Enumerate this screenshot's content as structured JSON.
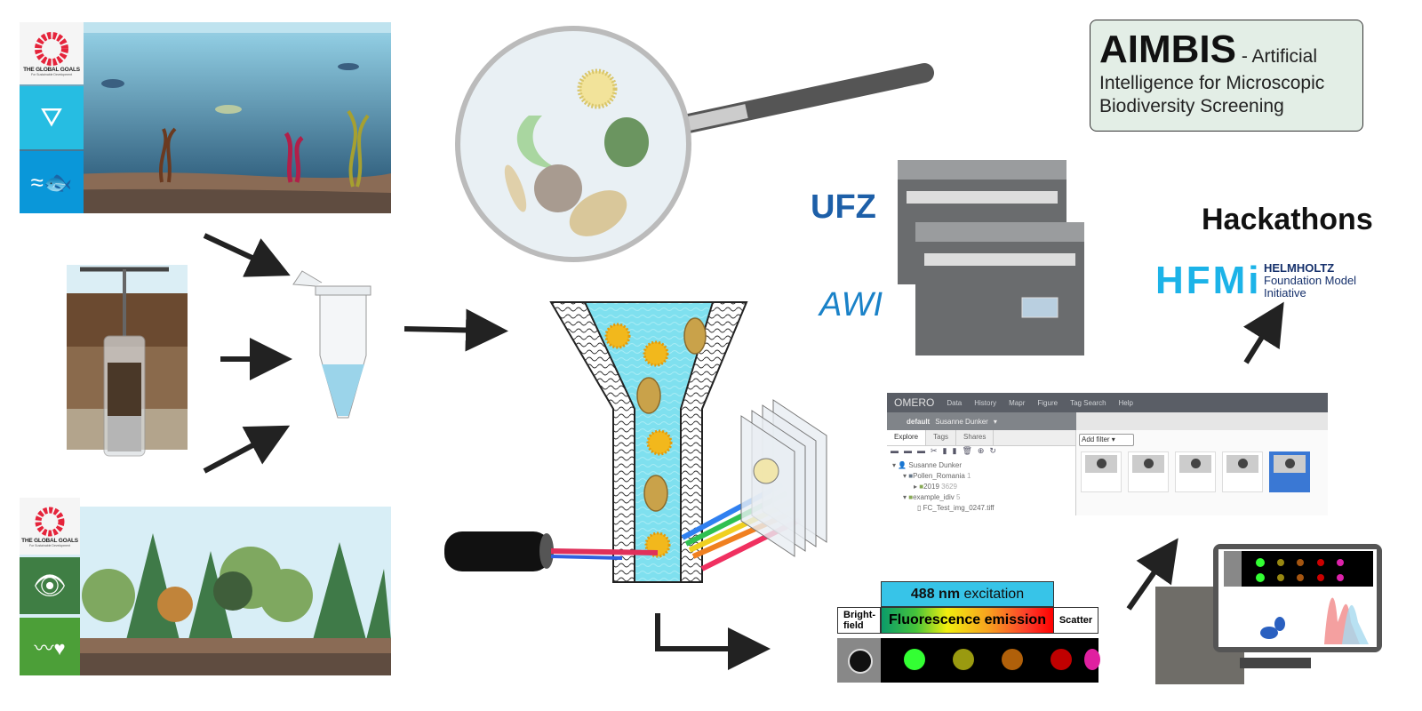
{
  "sdg": {
    "logo_title": "THE GLOBAL GOALS",
    "logo_subtitle": "For Sustainable Development",
    "ocean_tiles": [
      "clean-water-icon",
      "life-below-water-icon"
    ],
    "forest_tiles": [
      "life-on-land-icon",
      "good-health-icon"
    ]
  },
  "aimbis": {
    "acronym": "AIMBIS",
    "line1": " - Artificial",
    "line2": "Intelligence for Microscopic",
    "line3": "Biodiversity Screening"
  },
  "hackathons": {
    "label": "Hackathons",
    "hfmi_logo": "HFMi",
    "hfmi_line1": "HELMHOLTZ",
    "hfmi_line2": "Foundation Model",
    "hfmi_line3": "Initiative"
  },
  "partners": {
    "ufz": "UFZ",
    "awi": "AWI"
  },
  "omero": {
    "logo": "OMERO",
    "menu": [
      "Data",
      "History",
      "Mapr",
      "Figure",
      "Tag Search",
      "Help"
    ],
    "group": "default",
    "user": "Susanne Dunker",
    "tabs": [
      "Explore",
      "Tags",
      "Shares"
    ],
    "tree": [
      {
        "label": "Susanne Dunker",
        "count": ""
      },
      {
        "label": "Pollen_Romania",
        "count": "1"
      },
      {
        "label": "2019",
        "count": "3629"
      },
      {
        "label": "example_idiv",
        "count": "5"
      },
      {
        "label": "FC_Test_img_0247.tiff",
        "count": ""
      }
    ],
    "filter": "Add filter",
    "thumbnail_count": 5,
    "selected_thumbnail": 5
  },
  "fluorescence": {
    "excitation_bold": "488 nm",
    "excitation_rest": " excitation",
    "emission": "Fluorescence emission",
    "brightfield": "Bright-\nfield",
    "scatter": "Scatter",
    "channel_colors": [
      "#888888",
      "#33ff33",
      "#9a9a10",
      "#b0600a",
      "#c00000",
      "#e020a0"
    ]
  }
}
